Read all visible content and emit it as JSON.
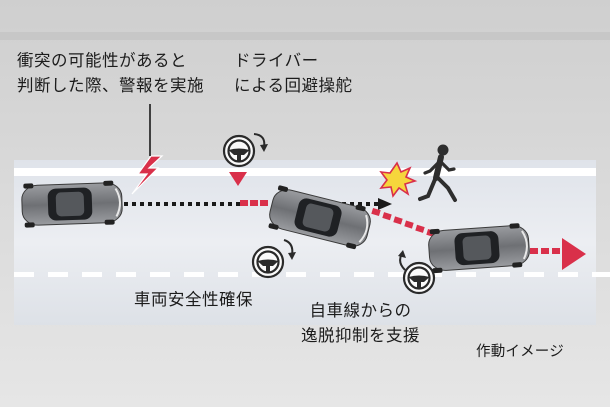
{
  "labels": {
    "warning_line1": "衝突の可能性があると",
    "warning_line2": "判断した際、警報を実施",
    "avoid_line1": "ドライバー",
    "avoid_line2": "による回避操舵",
    "lane_secure": "車両安全性確保",
    "suppress_line1": "自車線からの",
    "suppress_line2": "逸脱抑制を支援",
    "caption": "作動イメージ"
  },
  "icons": [
    "warning-lightning-icon",
    "steering-wheel-icon",
    "pedestrian-icon",
    "collision-burst-icon",
    "rotation-arrow-icon"
  ],
  "colors": {
    "background": "#dcdcdc",
    "road": "#e6e9ee",
    "lane_marking": "#ffffff",
    "path_red": "#d9304a",
    "path_dark": "#1a1a1a",
    "burst": "#f6d63c"
  }
}
